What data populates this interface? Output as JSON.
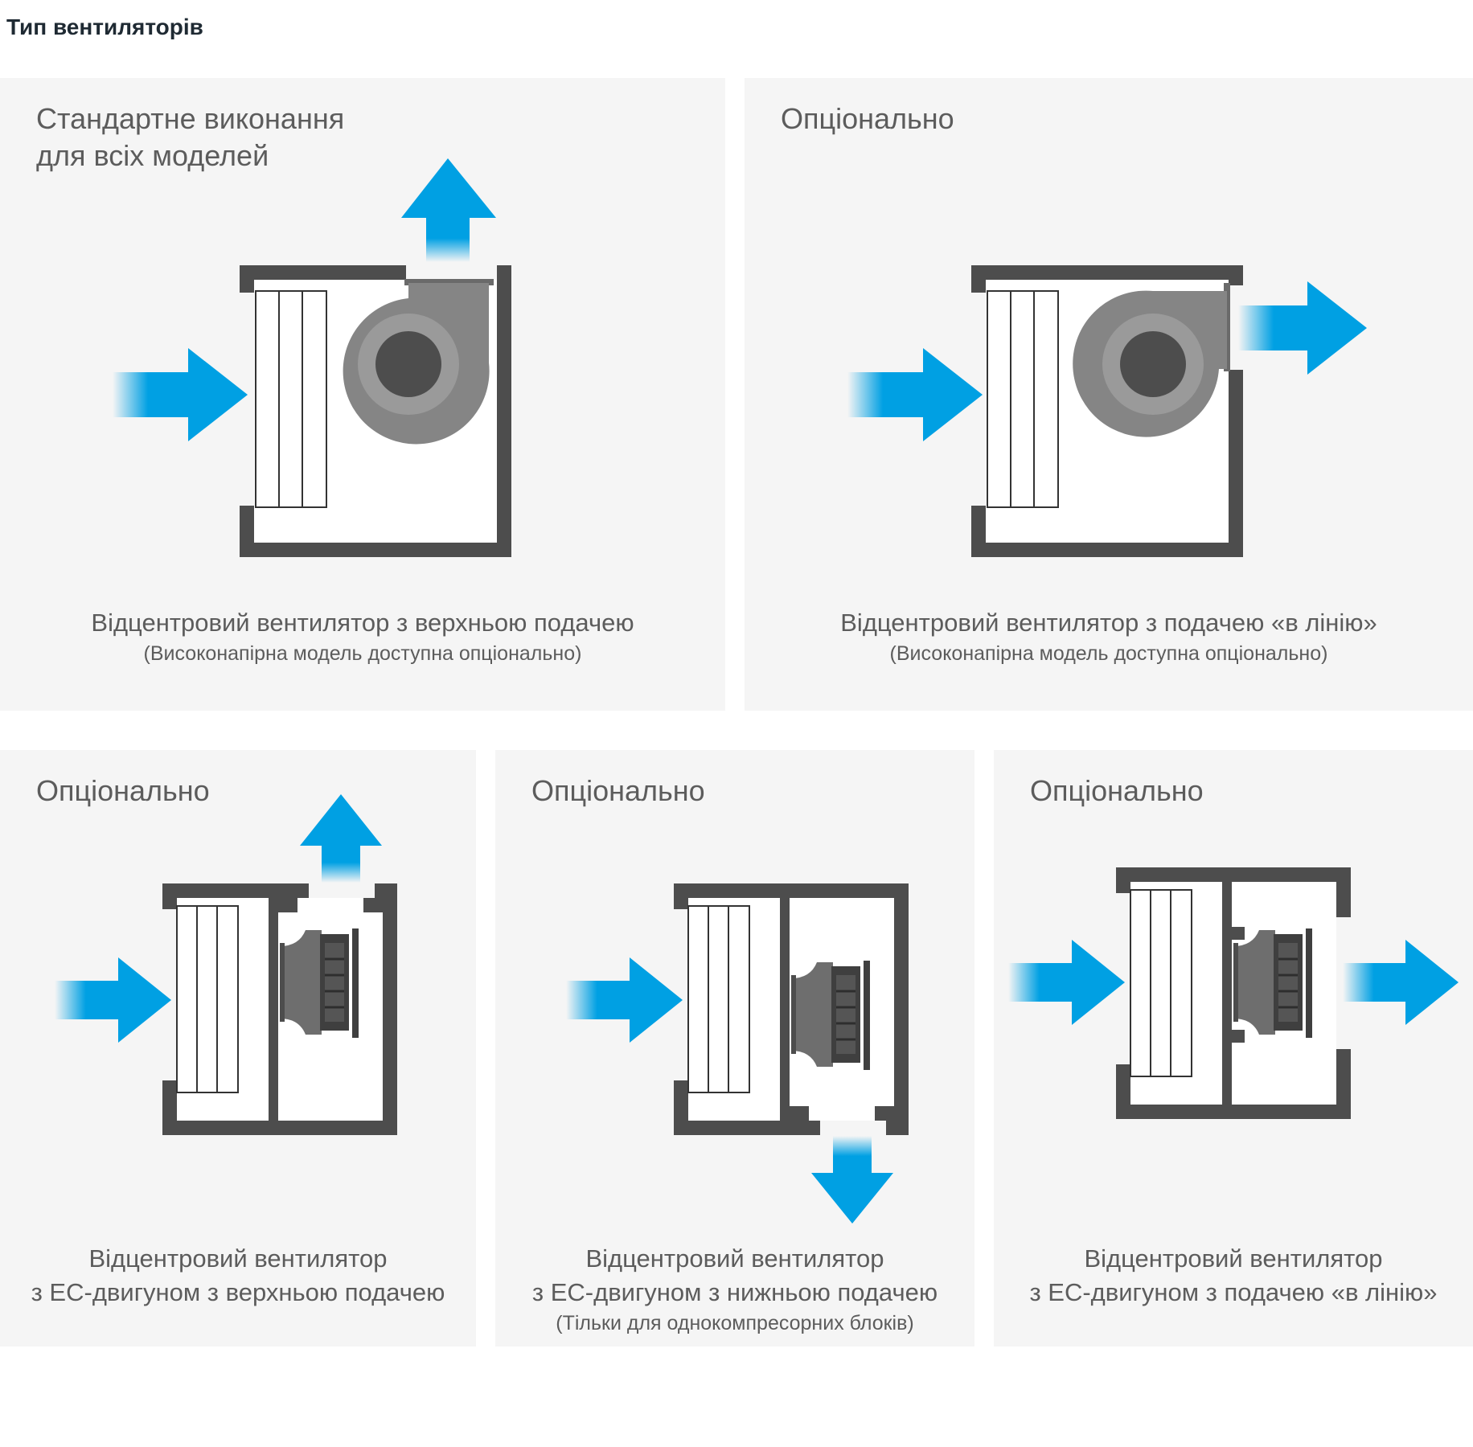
{
  "page": {
    "title": "Тип вентиляторів"
  },
  "colors": {
    "arrow": "#00a0e3",
    "housing": "#4d4d4d",
    "fan": "#858585",
    "panel": "#f5f5f5"
  },
  "panels": [
    {
      "title": "Стандартне виконання\nдля всіх моделей",
      "caption": "Відцентровий вентилятор з верхньою подачею",
      "note": "(Високонапірна модель доступна опціонально)"
    },
    {
      "title": "Опціонально",
      "caption": "Відцентровий вентилятор з подачею «в лінію»",
      "note": "(Високонапірна модель доступна опціонально)"
    },
    {
      "title": "Опціонально",
      "caption": "Відцентровий вентилятор\nз ЕС-двигуном з верхньою подачею",
      "note": ""
    },
    {
      "title": "Опціонально",
      "caption": "Відцентровий вентилятор\nз ЕС-двигуном з нижньою подачею",
      "note": "(Тільки для однокомпресорних блоків)"
    },
    {
      "title": "Опціонально",
      "caption": "Відцентровий вентилятор\nз ЕС-двигуном з подачею «в лінію»",
      "note": ""
    }
  ]
}
